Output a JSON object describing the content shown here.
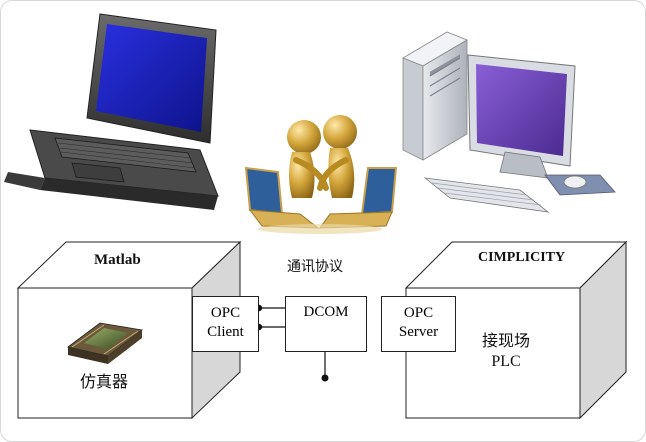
{
  "diagram": {
    "left_box": {
      "title": "Matlab",
      "item_label": "仿真器"
    },
    "right_box": {
      "title": "CIMPLICITY",
      "item_label_line1": "接现场",
      "item_label_line2": "PLC"
    },
    "protocol_label": "通讯协议",
    "opc_client": {
      "line1": "OPC",
      "line2": "Client"
    },
    "dcom": {
      "label": "DCOM"
    },
    "opc_server": {
      "line1": "OPC",
      "line2": "Server"
    }
  },
  "colors": {
    "laptop_screen": "#1d24c8",
    "monitor_screen": "#6c3fb8",
    "figures_gold": "#c9a03a",
    "box_side": "#d7d7d7"
  }
}
